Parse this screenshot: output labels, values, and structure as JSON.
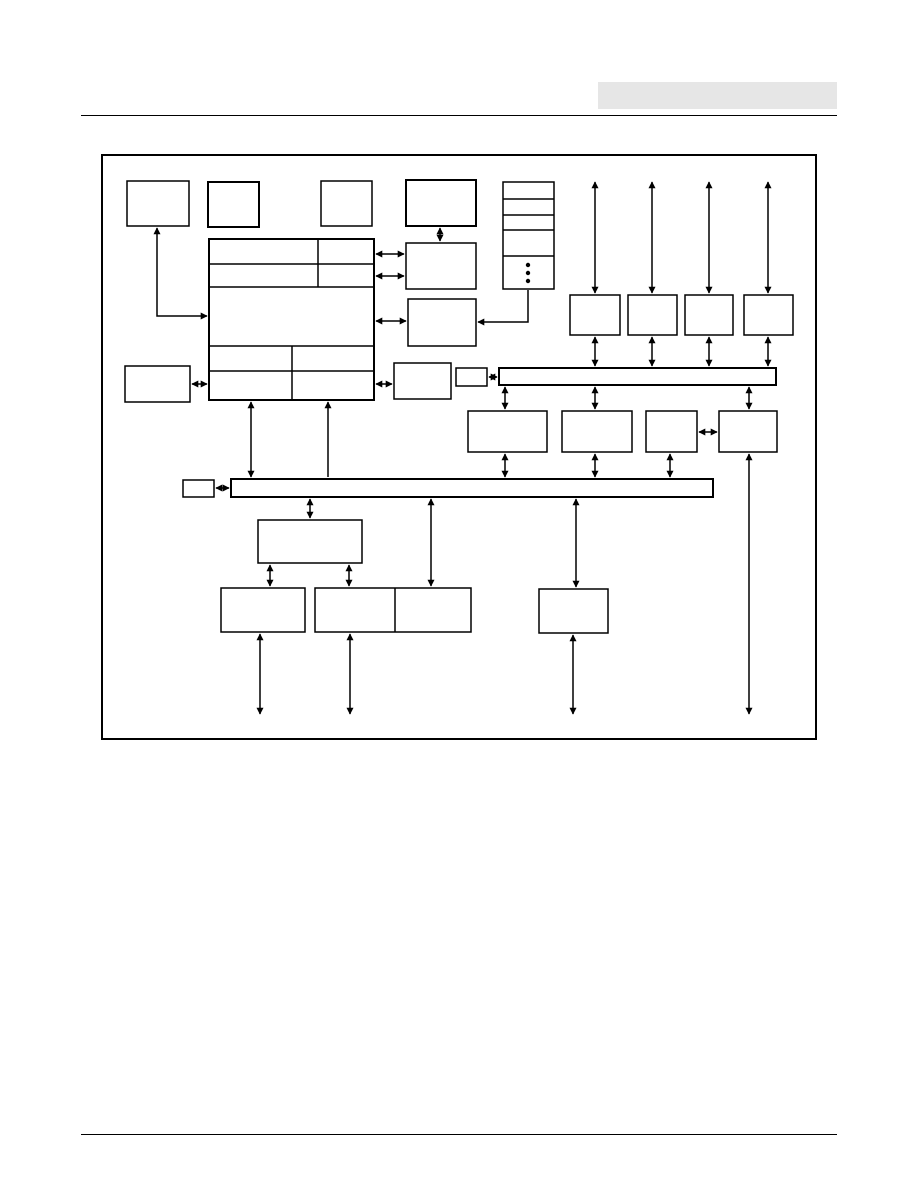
{
  "colors": {
    "stroke": "#000000",
    "fill": "#ffffff",
    "header_tab": "#e6e6e6",
    "rule": "#000000"
  },
  "header": {
    "tab_text": ""
  },
  "diagram": {
    "blocks": [
      {
        "id": "top-box-1",
        "label": ""
      },
      {
        "id": "top-box-2",
        "label": ""
      },
      {
        "id": "top-box-3",
        "label": ""
      },
      {
        "id": "top-box-4",
        "label": ""
      },
      {
        "id": "memory-stack",
        "label": ""
      },
      {
        "id": "core-block",
        "label": ""
      },
      {
        "id": "peripheral-a",
        "label": ""
      },
      {
        "id": "peripheral-b",
        "label": ""
      },
      {
        "id": "peripheral-c",
        "label": ""
      },
      {
        "id": "left-box",
        "label": ""
      },
      {
        "id": "small-tag-upper-bus",
        "label": ""
      },
      {
        "id": "small-tag-main-bus",
        "label": ""
      },
      {
        "id": "io-top-1",
        "label": ""
      },
      {
        "id": "io-top-2",
        "label": ""
      },
      {
        "id": "io-top-3",
        "label": ""
      },
      {
        "id": "io-top-4",
        "label": ""
      },
      {
        "id": "mid-box-1",
        "label": ""
      },
      {
        "id": "mid-box-2",
        "label": ""
      },
      {
        "id": "mid-box-3",
        "label": ""
      },
      {
        "id": "mid-box-4",
        "label": ""
      },
      {
        "id": "bridge-box",
        "label": ""
      },
      {
        "id": "bottom-box-1",
        "label": ""
      },
      {
        "id": "bottom-box-2",
        "label": ""
      },
      {
        "id": "bottom-box-3",
        "label": ""
      }
    ]
  }
}
